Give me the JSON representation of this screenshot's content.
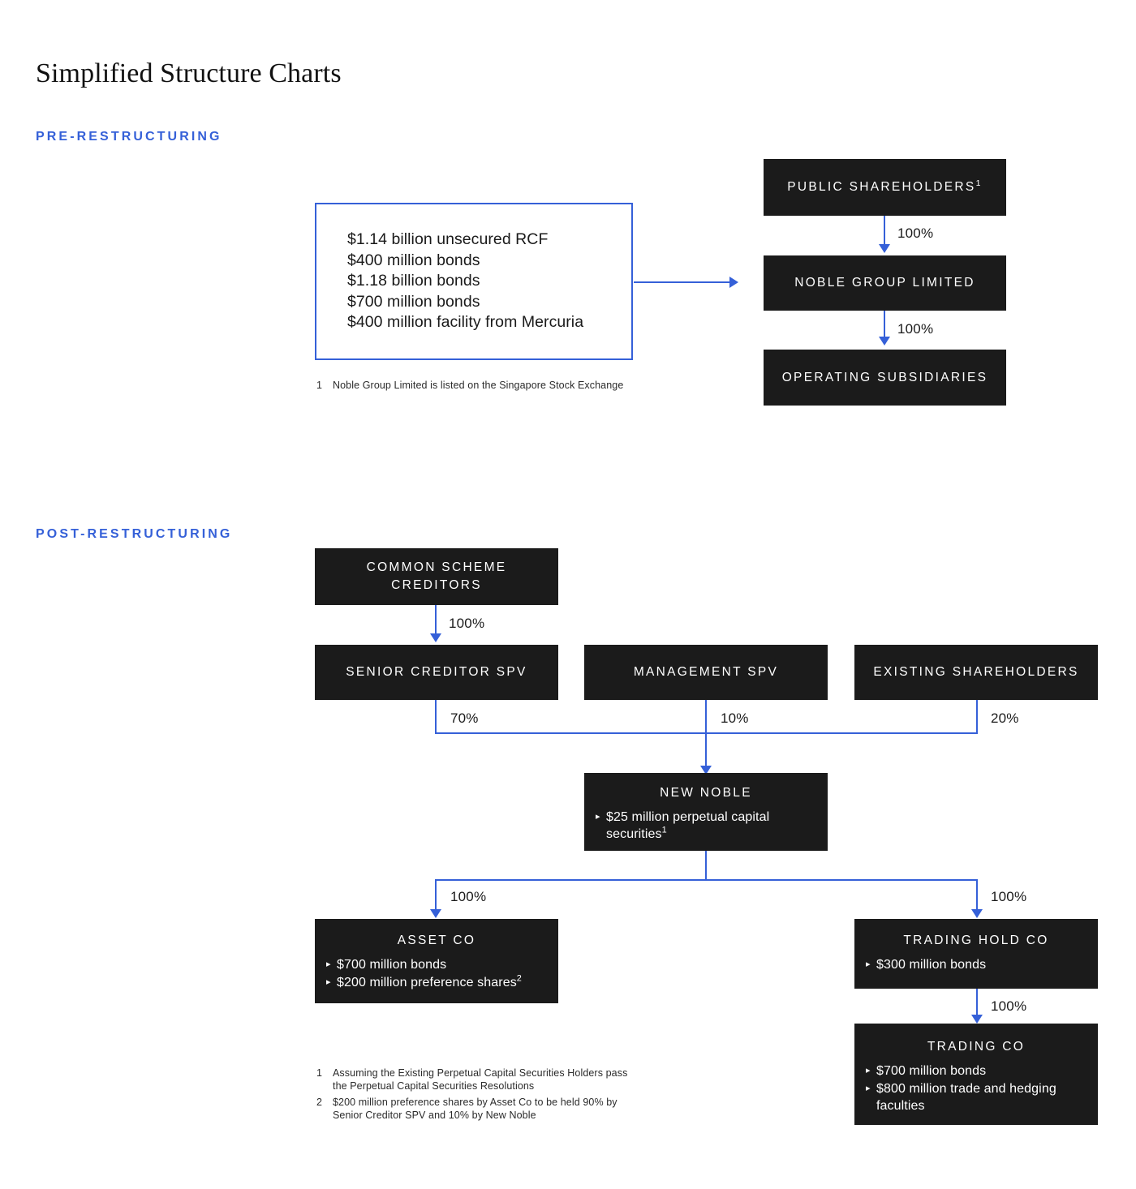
{
  "page": {
    "title": "Simplified Structure Charts",
    "sections": {
      "pre_label": "PRE-RESTRUCTURING",
      "post_label": "POST-RESTRUCTURING"
    },
    "accent_blue": "#3560d8",
    "node_bg": "#1b1b1b"
  },
  "pre": {
    "debt_box": {
      "items": [
        "$1.14 billion unsecured RCF",
        "$400 million bonds",
        "$1.18 billion bonds",
        "$700 million bonds",
        "$400 million facility from Mercuria"
      ]
    },
    "nodes": {
      "public_shareholders": "PUBLIC SHAREHOLDERS",
      "public_shareholders_sup": "1",
      "noble_group_limited": "NOBLE GROUP LIMITED",
      "operating_subsidiaries": "OPERATING SUBSIDIARIES"
    },
    "edges": {
      "shareholders_to_noble": "100%",
      "noble_to_opsubs": "100%"
    },
    "footnotes": [
      {
        "num": "1",
        "text": "Noble Group Limited is listed on the Singapore Stock Exchange"
      }
    ]
  },
  "post": {
    "nodes": {
      "common_scheme_creditors": "COMMON SCHEME\nCREDITORS",
      "senior_creditor_spv": "SENIOR CREDITOR SPV",
      "management_spv": "MANAGEMENT SPV",
      "existing_shareholders": "EXISTING SHAREHOLDERS",
      "new_noble": {
        "title": "NEW NOBLE",
        "items": [
          "$25 million perpetual capital securities"
        ],
        "item_sup": "1"
      },
      "asset_co": {
        "title": "ASSET CO",
        "item_1": "$700 million bonds",
        "item_2": "$200 million preference shares",
        "item_2_sup": "2"
      },
      "trading_hold_co": {
        "title": "TRADING HOLD CO",
        "item_1": "$300 million bonds"
      },
      "trading_co": {
        "title": "TRADING CO",
        "item_1": "$700 million bonds",
        "item_2": "$800 million trade and hedging faculties"
      }
    },
    "edges": {
      "creditors_to_spv": "100%",
      "senior_to_newnoble": "70%",
      "management_to_newnoble": "10%",
      "existing_to_newnoble": "20%",
      "newnoble_to_assetco": "100%",
      "newnoble_to_tradinghold": "100%",
      "tradinghold_to_tradingco": "100%"
    },
    "footnotes": [
      {
        "num": "1",
        "text": "Assuming the Existing Perpetual Capital Securities Holders pass the Perpetual Capital Securities Resolutions"
      },
      {
        "num": "2",
        "text": "$200 million preference shares by Asset Co to be held 90% by Senior Creditor SPV and 10% by New Noble"
      }
    ]
  }
}
